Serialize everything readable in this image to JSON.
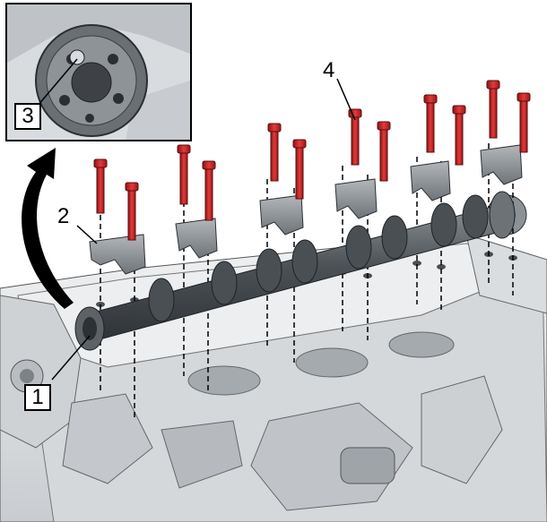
{
  "callouts": {
    "camshaft": "1",
    "bearing_cap": "2",
    "inset": "3",
    "cap_bolt": "4"
  },
  "colors": {
    "bolt": "#d42a2a",
    "camshaft": "#555a5e",
    "block": "#e4e6e8",
    "block_shadow": "#9ea3a8",
    "cap": "#8c9196",
    "arrow": "#000000"
  },
  "icons": {
    "rotate_arrow": "curved-arrow-icon"
  }
}
